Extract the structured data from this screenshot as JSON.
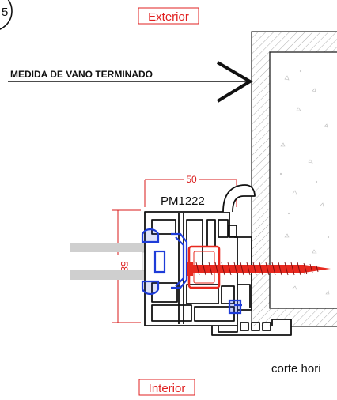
{
  "labels": {
    "exterior": "Exterior",
    "interior": "Interior",
    "opening_measure": "MEDIDA DE VANO TERMINADO",
    "profile_code": "PM1222",
    "width_dim": "50",
    "height_dim": "58",
    "section_caption": "corte hori"
  },
  "colors": {
    "label_red": "#e02020",
    "dimension_red": "#d91a1a",
    "screw_red": "#e8281e",
    "seal_blue": "#1e3cd8",
    "glass_gray": "#cfcfcf",
    "line_black": "#111111"
  }
}
